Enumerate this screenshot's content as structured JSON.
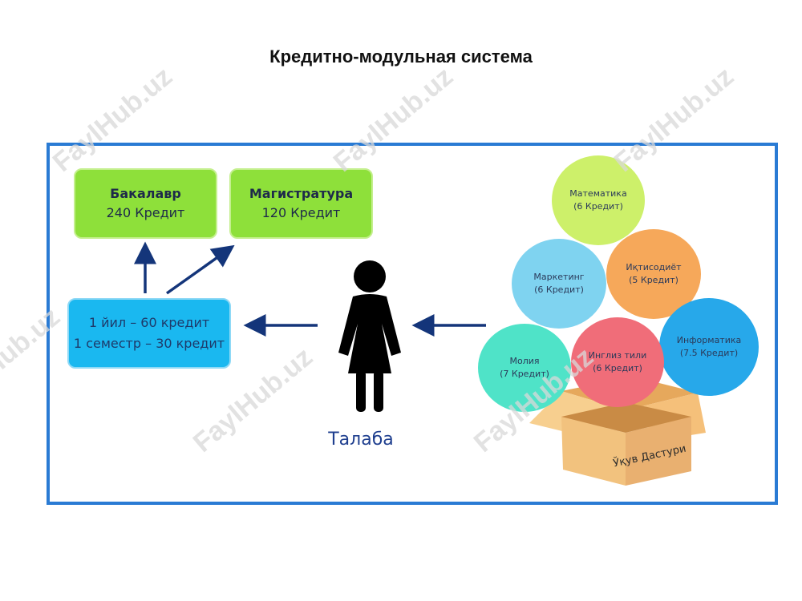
{
  "title": "Кредитно-модульная система",
  "bachelor": {
    "name": "Бакалавр",
    "credits": "240 Кредит"
  },
  "master": {
    "name": "Магистратура",
    "credits": "120 Кредит"
  },
  "year_info": {
    "line1": "1 йил – 60 кредит",
    "line2": "1 семестр – 30 кредит"
  },
  "student_label": "Талаба",
  "box_label": "Ўқув Дастури",
  "subjects": {
    "math": {
      "name": "Математика",
      "credits": "(6 Кредит)"
    },
    "marketing": {
      "name": "Маркетинг",
      "credits": "(6 Кредит)"
    },
    "economics": {
      "name": "Иқтисодиёт",
      "credits": "(5 Кредит)"
    },
    "informatics": {
      "name": "Информатика",
      "credits": "(7.5 Кредит)"
    },
    "finance": {
      "name": "Молия",
      "credits": "(7 Кредит)"
    },
    "english": {
      "name": "Инглиз тили",
      "credits": "(6 Кредит)"
    }
  },
  "watermark": "FaylHub.uz",
  "colors": {
    "frame": "#2a7bd4",
    "green_box": "#8ee03a",
    "blue_box": "#1ab8f0",
    "arrow": "#14357a",
    "math": "#cdf06a",
    "marketing": "#7fd3f0",
    "economics": "#f6a85a",
    "informatics": "#27a8ea",
    "finance": "#4fe3c8",
    "english": "#f06d79",
    "crate": "#f2c27e"
  }
}
